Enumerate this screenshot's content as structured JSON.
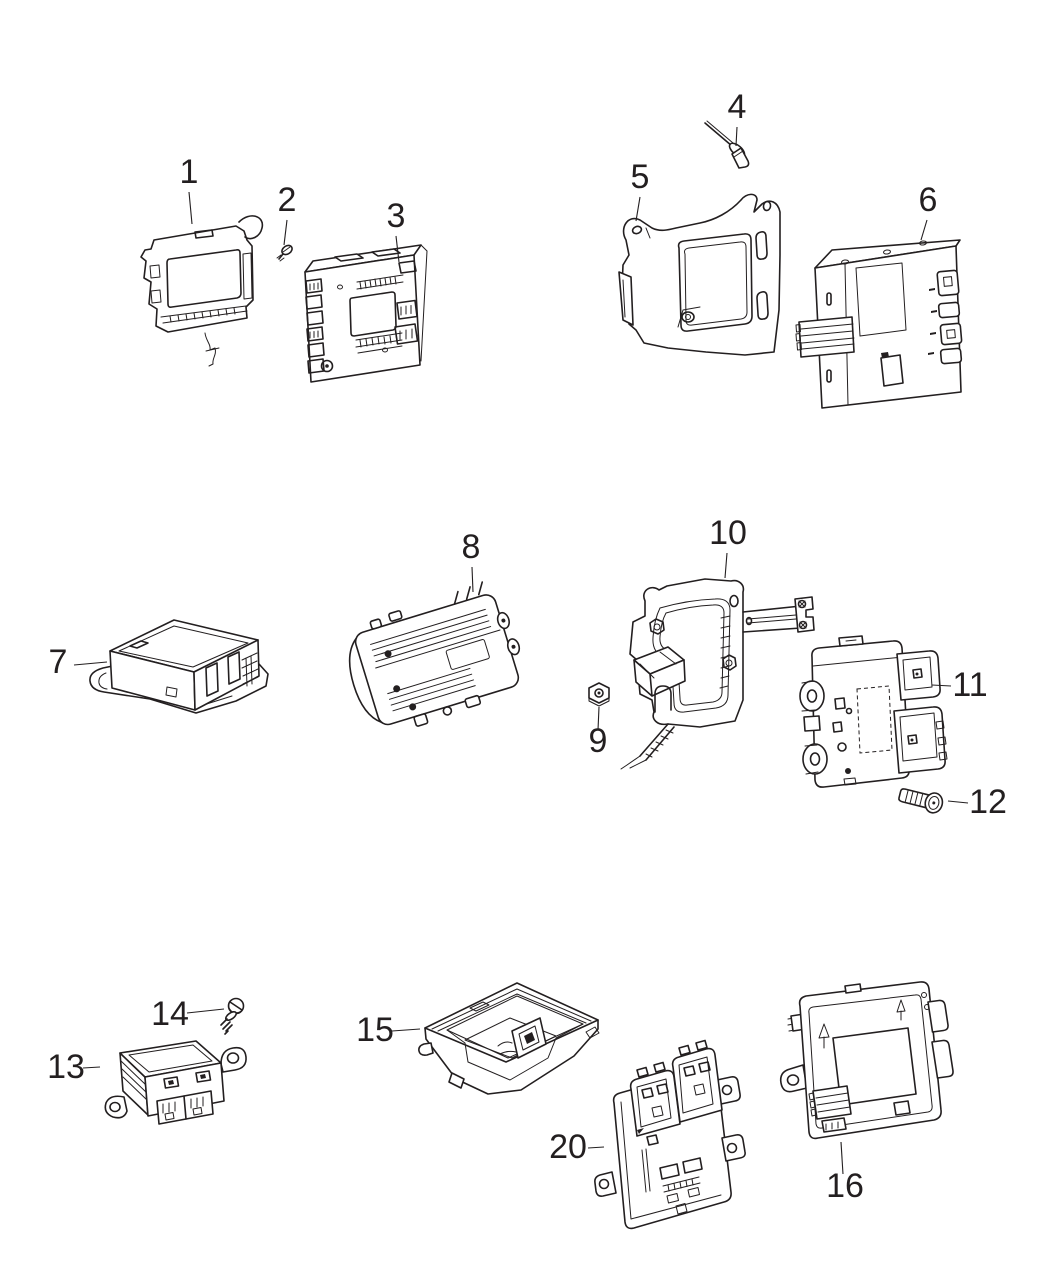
{
  "diagram": {
    "background_color": "#ffffff",
    "line_color": "#231f20",
    "callout_font_color": "#231f20",
    "callouts": [
      {
        "label": "1",
        "part": "mounting-bracket"
      },
      {
        "label": "2",
        "part": "screw"
      },
      {
        "label": "3",
        "part": "control-module"
      },
      {
        "label": "4",
        "part": "push-pin-retainer"
      },
      {
        "label": "5",
        "part": "mounting-bracket"
      },
      {
        "label": "6",
        "part": "control-module"
      },
      {
        "label": "7",
        "part": "control-module"
      },
      {
        "label": "8",
        "part": "control-module"
      },
      {
        "label": "9",
        "part": "nut"
      },
      {
        "label": "10",
        "part": "mounting-bracket"
      },
      {
        "label": "11",
        "part": "control-module"
      },
      {
        "label": "12",
        "part": "bolt"
      },
      {
        "label": "13",
        "part": "control-module"
      },
      {
        "label": "14",
        "part": "screw"
      },
      {
        "label": "15",
        "part": "sensor-housing"
      },
      {
        "label": "16",
        "part": "control-module"
      },
      {
        "label": "20",
        "part": "engine-control-module"
      }
    ]
  }
}
